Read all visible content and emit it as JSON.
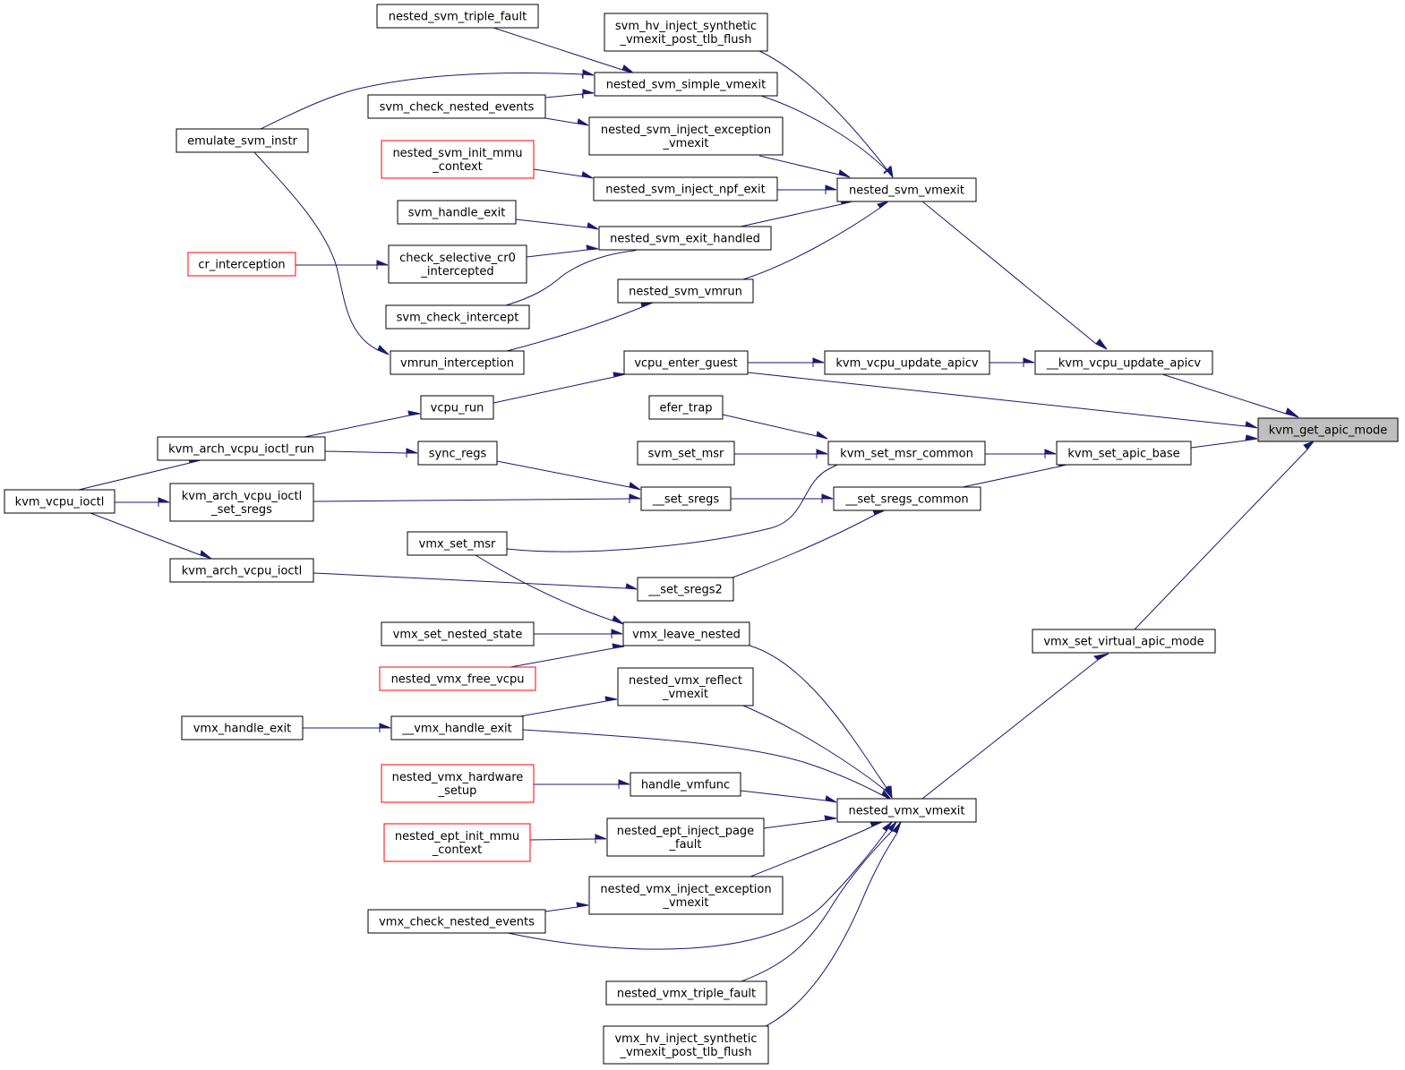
{
  "colors": {
    "edge": "#191970",
    "border": "#000000",
    "truncated_border": "#ff0000",
    "root_fill": "#bfbfbf",
    "background": "#ffffff"
  },
  "nodes": {
    "kvm_get_apic_mode": {
      "lines": [
        "kvm_get_apic_mode"
      ]
    },
    "__kvm_vcpu_update_apicv": {
      "lines": [
        "__kvm_vcpu_update_apicv"
      ]
    },
    "kvm_set_apic_base": {
      "lines": [
        "kvm_set_apic_base"
      ]
    },
    "vmx_set_virtual_apic_mode": {
      "lines": [
        "vmx_set_virtual_apic_mode"
      ]
    },
    "nested_svm_vmexit": {
      "lines": [
        "nested_svm_vmexit"
      ]
    },
    "kvm_vcpu_update_apicv": {
      "lines": [
        "kvm_vcpu_update_apicv"
      ]
    },
    "vcpu_enter_guest": {
      "lines": [
        "vcpu_enter_guest"
      ]
    },
    "kvm_set_msr_common": {
      "lines": [
        "kvm_set_msr_common"
      ]
    },
    "__set_sregs_common": {
      "lines": [
        "__set_sregs_common"
      ]
    },
    "nested_vmx_vmexit": {
      "lines": [
        "nested_vmx_vmexit"
      ]
    },
    "svm_hv_inject_synthetic_vmexit_post_tlb_flush": {
      "lines": [
        "svm_hv_inject_synthetic",
        "_vmexit_post_tlb_flush"
      ]
    },
    "nested_svm_simple_vmexit": {
      "lines": [
        "nested_svm_simple_vmexit"
      ]
    },
    "nested_svm_inject_exception_vmexit": {
      "lines": [
        "nested_svm_inject_exception",
        "_vmexit"
      ]
    },
    "nested_svm_inject_npf_exit": {
      "lines": [
        "nested_svm_inject_npf_exit"
      ]
    },
    "nested_svm_exit_handled": {
      "lines": [
        "nested_svm_exit_handled"
      ]
    },
    "nested_svm_vmrun": {
      "lines": [
        "nested_svm_vmrun"
      ]
    },
    "nested_svm_triple_fault": {
      "lines": [
        "nested_svm_triple_fault"
      ]
    },
    "svm_check_nested_events": {
      "lines": [
        "svm_check_nested_events"
      ]
    },
    "emulate_svm_instr": {
      "lines": [
        "emulate_svm_instr"
      ]
    },
    "nested_svm_init_mmu_context": {
      "lines": [
        "nested_svm_init_mmu",
        "_context"
      ]
    },
    "svm_handle_exit": {
      "lines": [
        "svm_handle_exit"
      ]
    },
    "check_selective_cr0_intercepted": {
      "lines": [
        "check_selective_cr0",
        "_intercepted"
      ]
    },
    "cr_interception": {
      "lines": [
        "cr_interception"
      ]
    },
    "svm_check_intercept": {
      "lines": [
        "svm_check_intercept"
      ]
    },
    "vmrun_interception": {
      "lines": [
        "vmrun_interception"
      ]
    },
    "vcpu_run": {
      "lines": [
        "vcpu_run"
      ]
    },
    "kvm_arch_vcpu_ioctl_run": {
      "lines": [
        "kvm_arch_vcpu_ioctl_run"
      ]
    },
    "kvm_vcpu_ioctl": {
      "lines": [
        "kvm_vcpu_ioctl"
      ]
    },
    "efer_trap": {
      "lines": [
        "efer_trap"
      ]
    },
    "svm_set_msr": {
      "lines": [
        "svm_set_msr"
      ]
    },
    "vmx_set_msr": {
      "lines": [
        "vmx_set_msr"
      ]
    },
    "sync_regs": {
      "lines": [
        "sync_regs"
      ]
    },
    "__set_sregs": {
      "lines": [
        "__set_sregs"
      ]
    },
    "kvm_arch_vcpu_ioctl_set_sregs": {
      "lines": [
        "kvm_arch_vcpu_ioctl",
        "_set_sregs"
      ]
    },
    "kvm_arch_vcpu_ioctl": {
      "lines": [
        "kvm_arch_vcpu_ioctl"
      ]
    },
    "__set_sregs2": {
      "lines": [
        "__set_sregs2"
      ]
    },
    "vmx_leave_nested": {
      "lines": [
        "vmx_leave_nested"
      ]
    },
    "vmx_set_nested_state": {
      "lines": [
        "vmx_set_nested_state"
      ]
    },
    "nested_vmx_free_vcpu": {
      "lines": [
        "nested_vmx_free_vcpu"
      ]
    },
    "nested_vmx_reflect_vmexit": {
      "lines": [
        "nested_vmx_reflect",
        "_vmexit"
      ]
    },
    "__vmx_handle_exit": {
      "lines": [
        "__vmx_handle_exit"
      ]
    },
    "vmx_handle_exit": {
      "lines": [
        "vmx_handle_exit"
      ]
    },
    "handle_vmfunc": {
      "lines": [
        "handle_vmfunc"
      ]
    },
    "nested_vmx_hardware_setup": {
      "lines": [
        "nested_vmx_hardware",
        "_setup"
      ]
    },
    "nested_ept_inject_page_fault": {
      "lines": [
        "nested_ept_inject_page",
        "_fault"
      ]
    },
    "nested_ept_init_mmu_context": {
      "lines": [
        "nested_ept_init_mmu",
        "_context"
      ]
    },
    "nested_vmx_inject_exception_vmexit": {
      "lines": [
        "nested_vmx_inject_exception",
        "_vmexit"
      ]
    },
    "vmx_check_nested_events": {
      "lines": [
        "vmx_check_nested_events"
      ]
    },
    "nested_vmx_triple_fault": {
      "lines": [
        "nested_vmx_triple_fault"
      ]
    },
    "vmx_hv_inject_synthetic_vmexit_post_tlb_flush": {
      "lines": [
        "vmx_hv_inject_synthetic",
        "_vmexit_post_tlb_flush"
      ]
    }
  }
}
